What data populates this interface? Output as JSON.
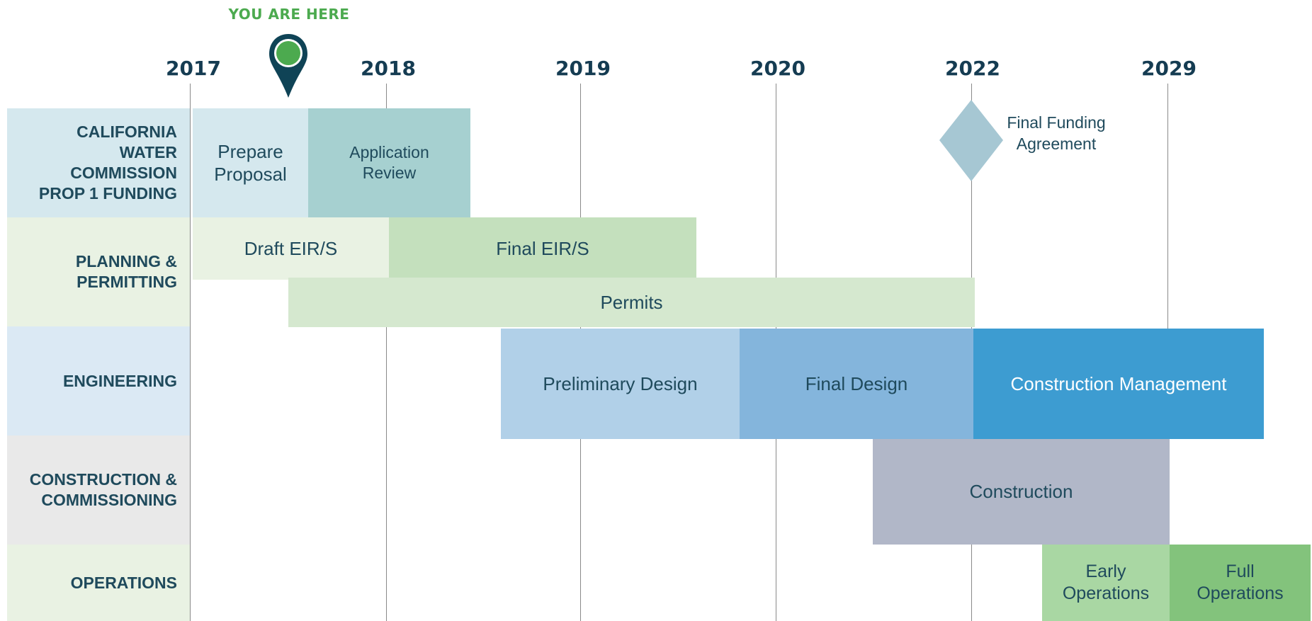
{
  "marker": {
    "label": "YOU ARE HERE",
    "icon": "map-pin-icon",
    "pin_color": "#0f4356",
    "dot_color": "#4caa4f"
  },
  "years": [
    "2017",
    "2018",
    "2019",
    "2020",
    "2022",
    "2029"
  ],
  "rows": [
    {
      "label": "CALIFORNIA\nWATER\nCOMMISSION\nPROP 1 FUNDING",
      "color": "#d5e8ee"
    },
    {
      "label": "PLANNING &\nPERMITTING",
      "color": "#e9f2e3"
    },
    {
      "label": "ENGINEERING",
      "color": "#dbe9f4"
    },
    {
      "label": "CONSTRUCTION &\nCOMMISSIONING",
      "color": "#e9e9e9"
    },
    {
      "label": "OPERATIONS",
      "color": "#e9f2e3"
    }
  ],
  "bars": {
    "prepare_proposal": {
      "label": "Prepare\nProposal",
      "color": "#d5e8ee"
    },
    "application_review": {
      "label": "Application\nReview",
      "color": "#a6d0d0"
    },
    "draft_eirs": {
      "label": "Draft EIR/S",
      "color": "#e9f2e3"
    },
    "final_eirs": {
      "label": "Final EIR/S",
      "color": "#c4e0bd"
    },
    "permits": {
      "label": "Permits",
      "color": "#d5e8cf"
    },
    "preliminary_design": {
      "label": "Preliminary Design",
      "color": "#b1d0e8"
    },
    "final_design": {
      "label": "Final Design",
      "color": "#84b5dc"
    },
    "construction_management": {
      "label": "Construction Management",
      "color": "#3d9cd1"
    },
    "construction": {
      "label": "Construction",
      "color": "#b1b7c8"
    },
    "early_operations": {
      "label": "Early\nOperations",
      "color": "#a9d7a3"
    },
    "full_operations": {
      "label": "Full\nOperations",
      "color": "#83c37c"
    }
  },
  "milestone": {
    "label": "Final Funding\nAgreement",
    "icon": "diamond-milestone-icon",
    "color": "#a6c7d3"
  }
}
